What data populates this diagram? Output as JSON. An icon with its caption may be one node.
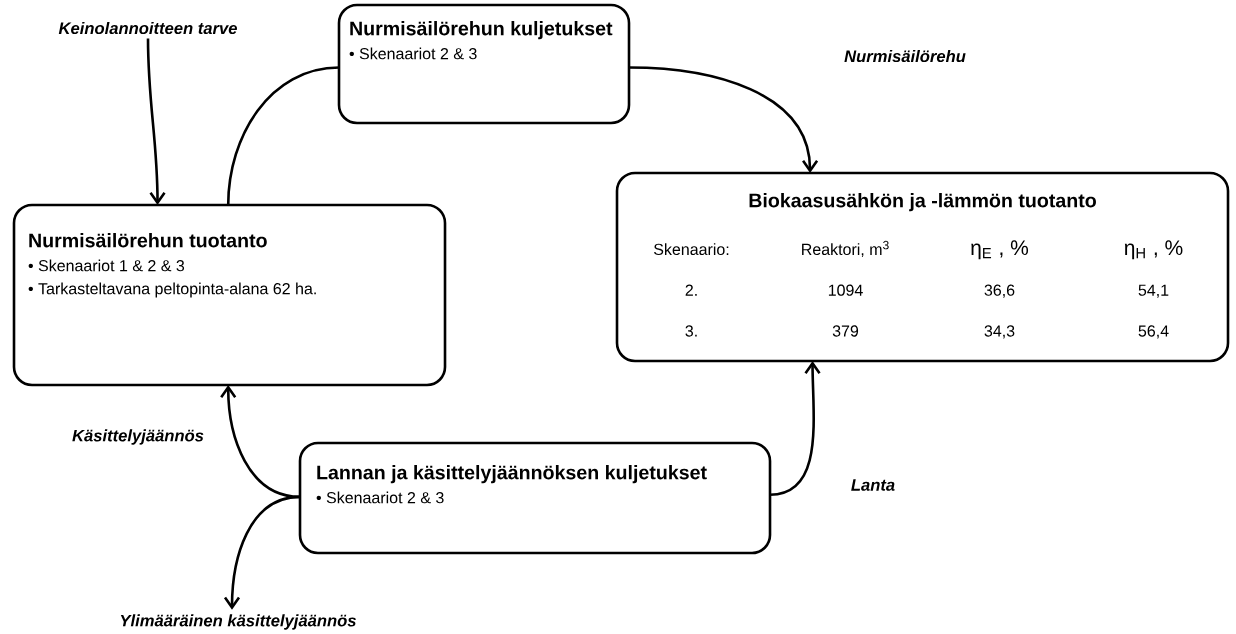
{
  "diagram": {
    "nodes": [
      {
        "text": [
          "Keinolannoitteen tarve"
        ]
      },
      {
        "text": [
          "Nurmisäilörehun kuljetukset",
          "• Skenaariot 2 & 3"
        ]
      },
      {
        "text": [
          "Nurmisäilörehun tuotanto",
          "• Skenaariot 1 & 2 & 3",
          "• Tarkasteltavana peltopinta-alana 62 ha."
        ]
      },
      {
        "text": [
          "Biokaasusähkön ja -lämmön tuotanto",
          "Skenaario:",
          "Reaktori, m$^{3}$",
          "η$_{E}$ , %",
          "η$_{H}$ , %",
          "2.",
          "1094",
          "36,6",
          "54,1",
          "3.",
          "379",
          "34,3",
          "56,4"
        ]
      },
      {
        "text": [
          "Lannan ja käsittelyjäännöksen kuljetukset",
          "• Skenaariot 2 & 3"
        ]
      },
      {
        "text": [
          "Ylimääräinen käsittelyjäännös"
        ]
      }
    ],
    "edges": [
      {
        "from": 0,
        "to": 2,
        "arrow": "to"
      },
      {
        "from": 2,
        "to": 1,
        "arrow": "none"
      },
      {
        "from": 1,
        "to": 3,
        "arrow": "to",
        "label": "Nurmisäilörehu"
      },
      {
        "from": 4,
        "to": 3,
        "arrow": "to",
        "label": "Lanta"
      },
      {
        "from": 4,
        "to": 2,
        "arrow": "to",
        "label": "Käsittelyjäännös"
      },
      {
        "from": 4,
        "to": 5,
        "arrow": "to"
      }
    ]
  }
}
